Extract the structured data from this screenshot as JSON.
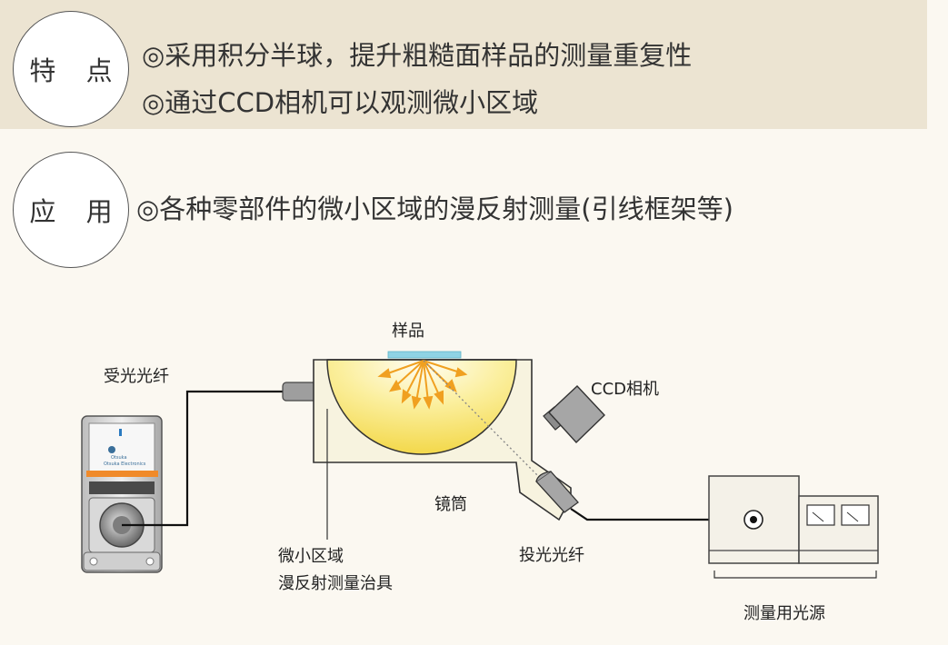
{
  "features": {
    "badge": "特 点",
    "items": [
      "◎采用积分半球，提升粗糙面样品的测量重复性",
      "◎通过CCD相机可以观测微小区域"
    ]
  },
  "applications": {
    "badge": "应 用",
    "items": [
      "◎各种零部件的微小区域的漫反射测量(引线框架等)"
    ]
  },
  "diagram": {
    "labels": {
      "sample": "样品",
      "receiving_fiber": "受光光纤",
      "ccd_camera": "CCD相机",
      "lens_tube": "镜筒",
      "fixture_line1": "微小区域",
      "fixture_line2": "漫反射测量治具",
      "projecting_fiber": "投光光纤",
      "light_source": "测量用光源"
    },
    "device_logo": {
      "line1": "Otsuka",
      "line2": "Otsuka Electronics"
    }
  },
  "colors": {
    "band": "#ece4d2",
    "hemisphere": "#f7e36a",
    "sample": "#8fd3e4",
    "arrows": "#f0a020",
    "fixture": "#f7f3df",
    "accent_orange": "#f08a2a"
  }
}
